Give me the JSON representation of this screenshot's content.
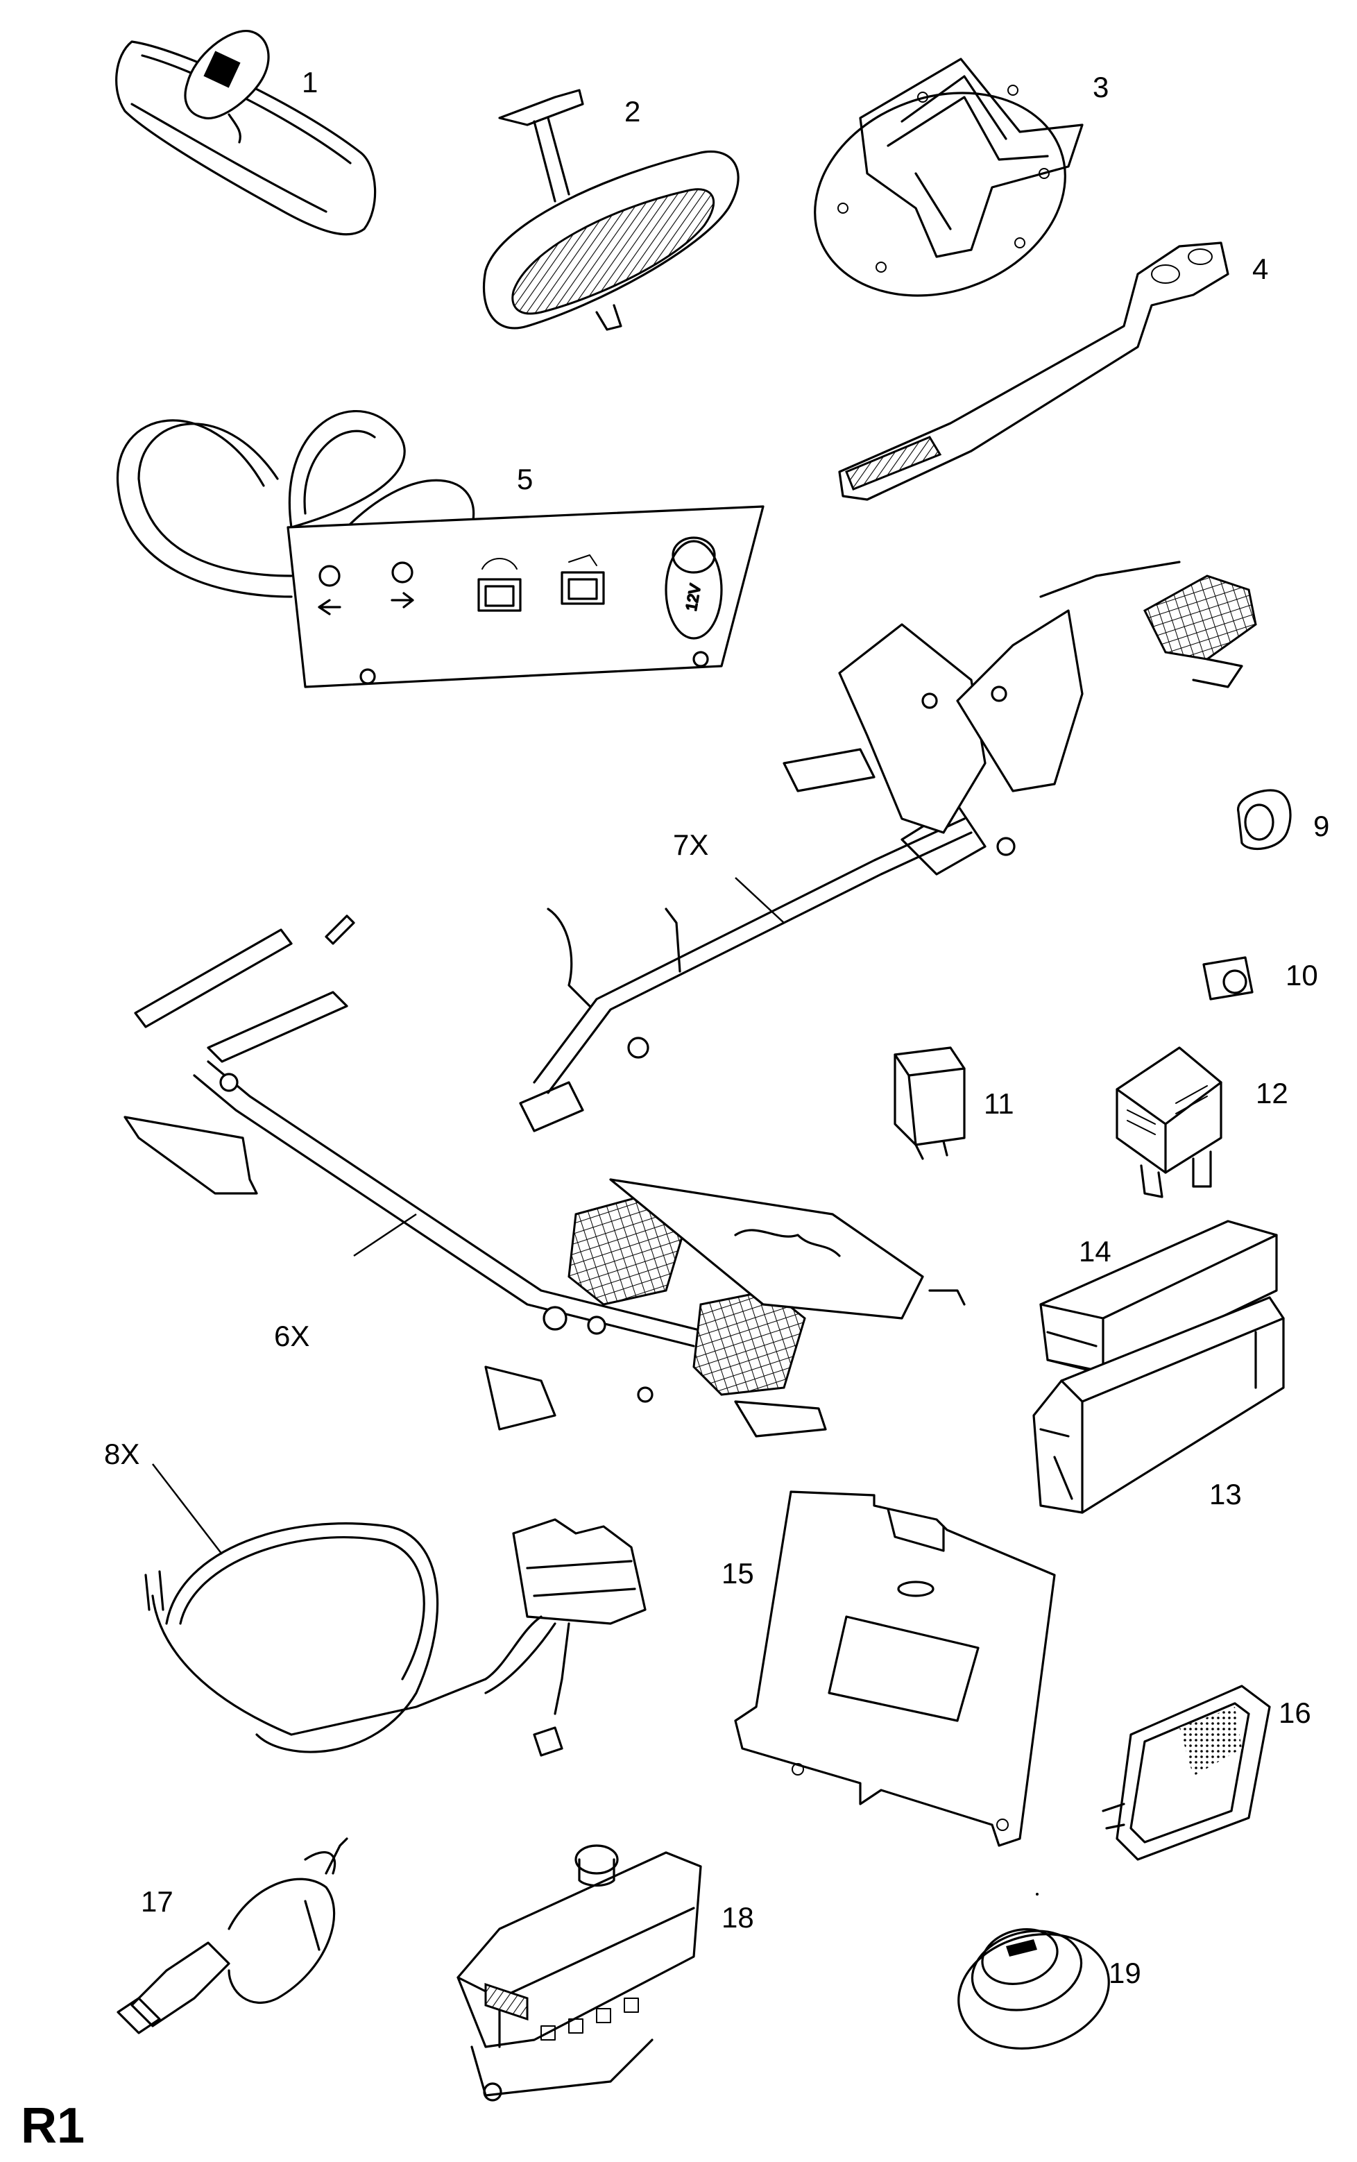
{
  "sheet": {
    "id": "R1"
  },
  "callouts": [
    {
      "ref": "1"
    },
    {
      "ref": "2"
    },
    {
      "ref": "3"
    },
    {
      "ref": "4"
    },
    {
      "ref": "5"
    },
    {
      "ref": "6X"
    },
    {
      "ref": "7X"
    },
    {
      "ref": "8X"
    },
    {
      "ref": "9"
    },
    {
      "ref": "10"
    },
    {
      "ref": "11"
    },
    {
      "ref": "12"
    },
    {
      "ref": "13"
    },
    {
      "ref": "14"
    },
    {
      "ref": "15"
    },
    {
      "ref": "16"
    },
    {
      "ref": "17"
    },
    {
      "ref": "18"
    },
    {
      "ref": "19"
    }
  ],
  "switch_panel": {
    "socket_label": "12V"
  }
}
